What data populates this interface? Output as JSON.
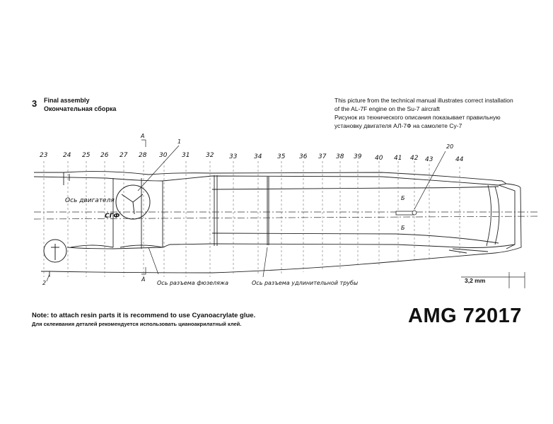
{
  "step": {
    "number": "3",
    "title_en": "Final  assembly",
    "title_ru": "Окончательная сборка"
  },
  "info_lines": [
    "This picture from the technical manual illustrates  correct installation",
    "of the AL-7F engine on the Su-7 aircraft",
    "Рисунок  из  технического  описания  показывает  правильную",
    "установку двигателя АЛ-7Ф на самолете Су-7"
  ],
  "drawing": {
    "frames": [
      "23",
      "24",
      "25",
      "26",
      "27",
      "28",
      "30",
      "31",
      "32",
      "33",
      "34",
      "35",
      "36",
      "37",
      "38",
      "39",
      "40",
      "41",
      "42",
      "43",
      "44"
    ],
    "callouts": {
      "c1": "1",
      "c2": "2",
      "c20": "20",
      "sec_a_top": "А",
      "sec_a_bot": "А",
      "sec_b_top": "Б",
      "sec_b_bot": "Б"
    },
    "engine_axis": "Ось двигателя",
    "sgf": "СГФ",
    "fuselage_joint": "Ось разъема фюзеляжа",
    "tube_joint": "Ось разъема удлинительной трубы",
    "dimension": "3,2 mm"
  },
  "note": {
    "en": "Note: to attach resin parts it is recommend to use Cyanoacrylate glue.",
    "ru": "Для склеивания деталей рекомендуется использовать цианоакрилатный клей."
  },
  "product_code": "AMG 72017"
}
